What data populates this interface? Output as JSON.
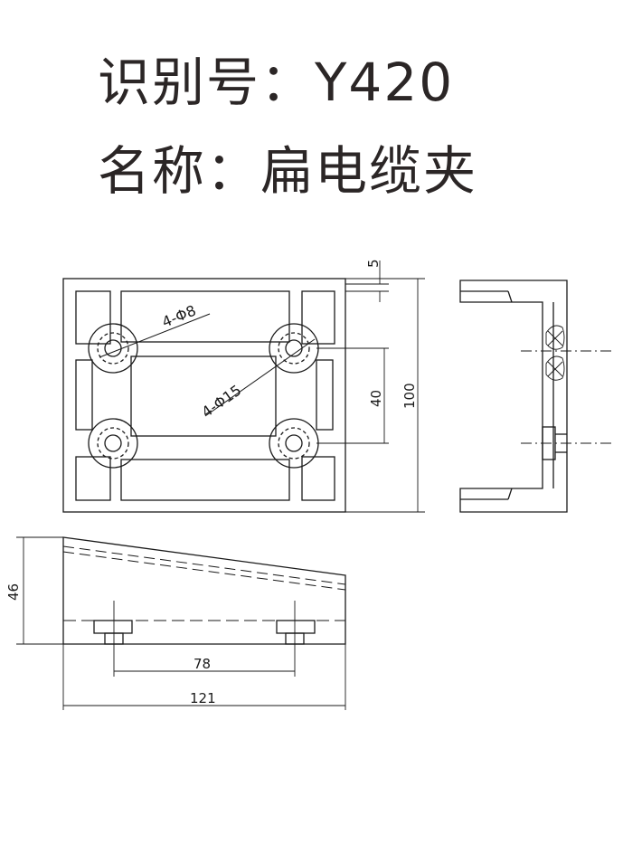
{
  "header": {
    "id_line": "识别号：Y420",
    "name_line": "名称：扁电缆夹"
  },
  "drawing": {
    "front_view": {
      "hole_small_label": "4-Φ8",
      "hole_large_label": "4-Φ15",
      "dim_top_offset": "5",
      "dim_hole_spacing": "40",
      "dim_height": "100"
    },
    "bottom_view": {
      "dim_height": "46",
      "dim_hole_spacing": "78",
      "dim_length": "121"
    }
  },
  "colors": {
    "title_text": "#2b2626",
    "line": "#1a1a1a"
  }
}
